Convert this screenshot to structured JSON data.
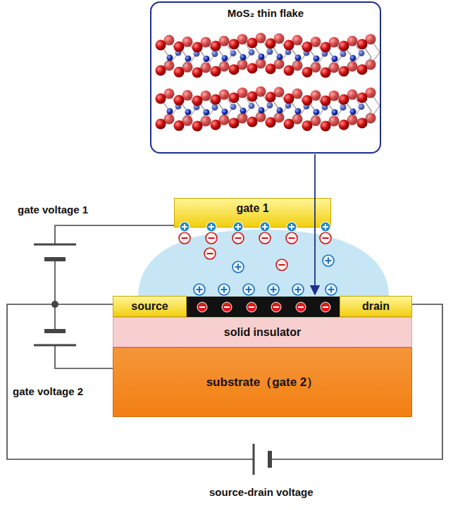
{
  "diagram": {
    "nodes": [
      {
        "text": [
          "MoS₂ thin flake"
        ]
      },
      {
        "text": [
          "gate 1"
        ]
      },
      {
        "text": [
          "source"
        ]
      },
      {
        "text": [
          "drain"
        ]
      },
      {
        "text": [
          "solid insulator"
        ]
      },
      {
        "text": [
          "substrate（gate 2）"
        ]
      }
    ],
    "labels": [
      "gate voltage 1",
      "gate voltage 2",
      "source-drain voltage"
    ]
  }
}
